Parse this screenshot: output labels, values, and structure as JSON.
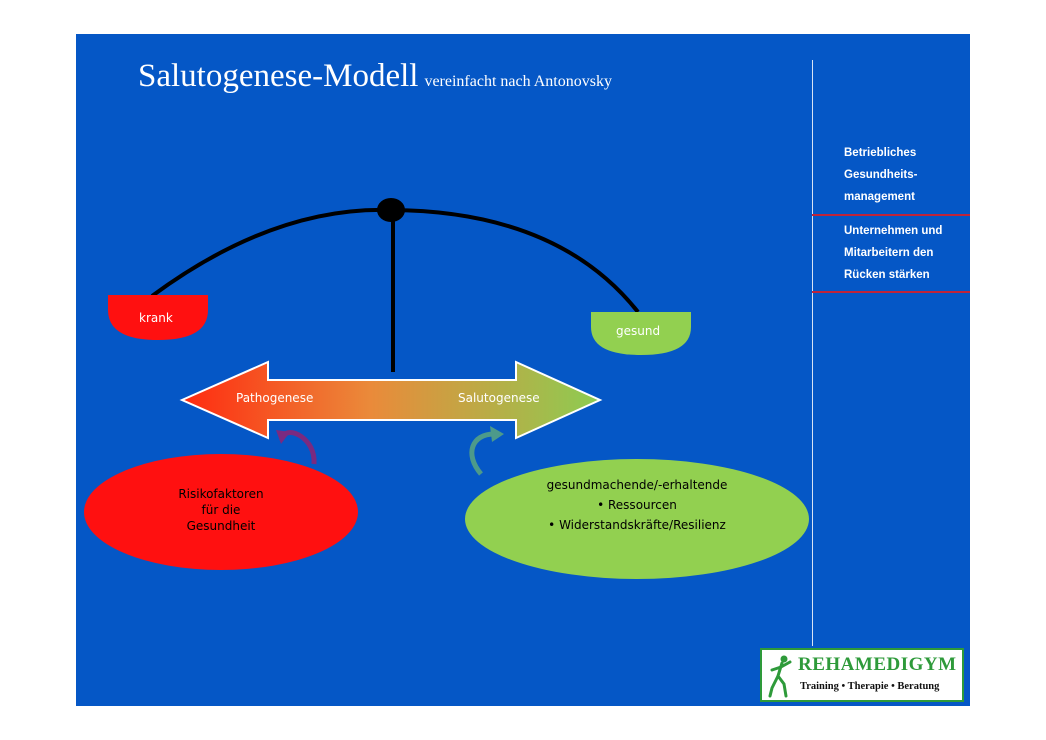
{
  "title": {
    "main": "Salutogenese-Modell",
    "subtitle": "vereinfacht nach Antonovsky"
  },
  "sidebar": {
    "block1": [
      "Betriebliches",
      "Gesundheits-",
      "management"
    ],
    "block2": [
      "Unternehmen und",
      "Mitarbeitern den",
      "Rücken stärken"
    ]
  },
  "diagram": {
    "pan_left": "krank",
    "pan_right": "gesund",
    "arrow_left": "Pathogenese",
    "arrow_right": "Salutogenese",
    "ellipse_left": [
      "Risikofaktoren",
      "für die",
      "Gesundheit"
    ],
    "ellipse_right": [
      "gesundmachende/-erhaltende",
      "• Ressourcen",
      "• Widerstandskräfte/Resilienz"
    ]
  },
  "colors": {
    "background": "#0557c6",
    "red": "#ff1010",
    "green": "#92d050",
    "rule": "#c0243a"
  },
  "logo": {
    "name": "REHAMEDIGYM",
    "tagline": "Training • Therapie • Beratung"
  }
}
